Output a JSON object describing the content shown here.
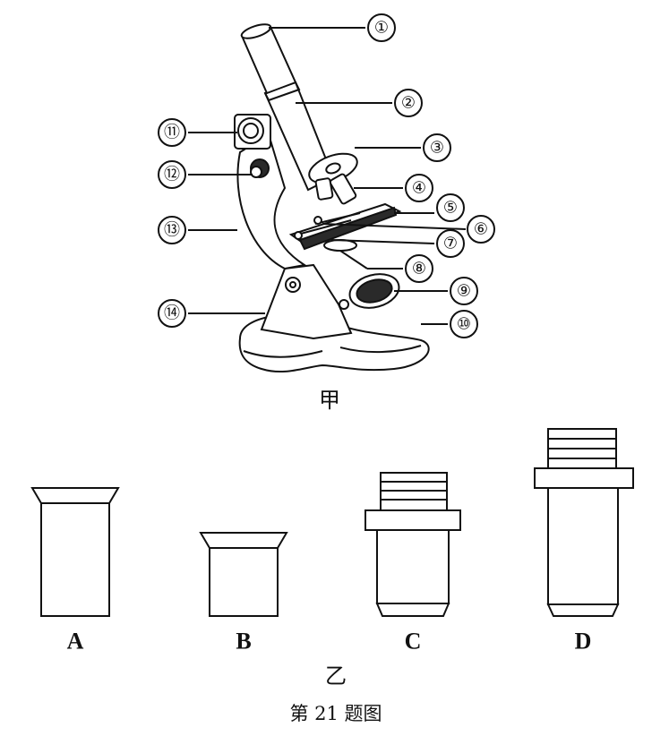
{
  "figure_a": {
    "caption": "甲",
    "labels": [
      "①",
      "②",
      "③",
      "④",
      "⑤",
      "⑥",
      "⑦",
      "⑧",
      "⑨",
      "⑩",
      "⑪",
      "⑫",
      "⑬",
      "⑭"
    ]
  },
  "figure_b": {
    "caption": "乙",
    "lenses": [
      {
        "letter": "A",
        "kind": "eyepiece"
      },
      {
        "letter": "B",
        "kind": "eyepiece"
      },
      {
        "letter": "C",
        "kind": "objective"
      },
      {
        "letter": "D",
        "kind": "objective"
      }
    ]
  },
  "footer": "第 21 题图"
}
